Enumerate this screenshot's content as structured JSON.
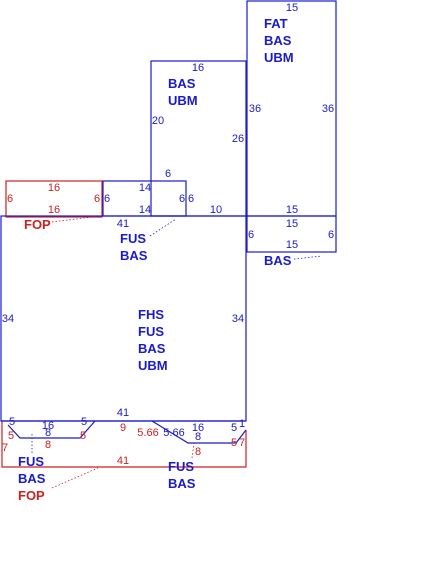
{
  "colors": {
    "main": "#1a1acc",
    "porch": "#cc2222"
  },
  "sections": {
    "fat_block": {
      "lines": [
        "FAT",
        "BAS",
        "UBM"
      ],
      "dims": {
        "top": "15",
        "left": "36",
        "right": "36",
        "bottom": "15"
      }
    },
    "upper_bas": {
      "lines": [
        "BAS",
        "UBM"
      ],
      "dims": {
        "top": "16",
        "left": "20",
        "right": "26",
        "step": "6",
        "step_right": "10"
      }
    },
    "small_fus": {
      "dims": {
        "top": "14",
        "left": "6",
        "right": "6",
        "bottom": "14",
        "right2": "6"
      }
    },
    "front_fop": {
      "label": "FOP",
      "dims": {
        "top": "16",
        "bottom": "16",
        "left": "6",
        "right": "6"
      }
    },
    "fus_bas_top": {
      "lines": [
        "FUS",
        "BAS"
      ],
      "dims": {
        "top": "41"
      }
    },
    "right_bas": {
      "label": "BAS",
      "dims": {
        "top": "15",
        "bottom": "15",
        "left": "6",
        "right": "6"
      }
    },
    "main_body": {
      "lines": [
        "FHS",
        "FUS",
        "BAS",
        "UBM"
      ],
      "dims": {
        "left": "34",
        "right": "34",
        "bottom": "41"
      }
    },
    "bay_left": {
      "dims": {
        "d5a": "5",
        "d5b": "5",
        "d16": "16",
        "d8a": "8",
        "d5c": "5",
        "d5d": "5",
        "d8b": "8",
        "d7": "7",
        "d9": "9"
      }
    },
    "bay_right": {
      "dims": {
        "d566a": "5.66",
        "d566b": "5.66",
        "d16": "16",
        "d8a": "8",
        "d5a": "5",
        "d1": "1",
        "d5b": "5",
        "d7": "7",
        "d8b": "8"
      }
    },
    "lower_left": {
      "lines": [
        "FUS",
        "BAS",
        "FOP"
      ],
      "dims": {
        "bottom": "41"
      }
    },
    "lower_right": {
      "lines": [
        "FUS",
        "BAS"
      ]
    }
  }
}
